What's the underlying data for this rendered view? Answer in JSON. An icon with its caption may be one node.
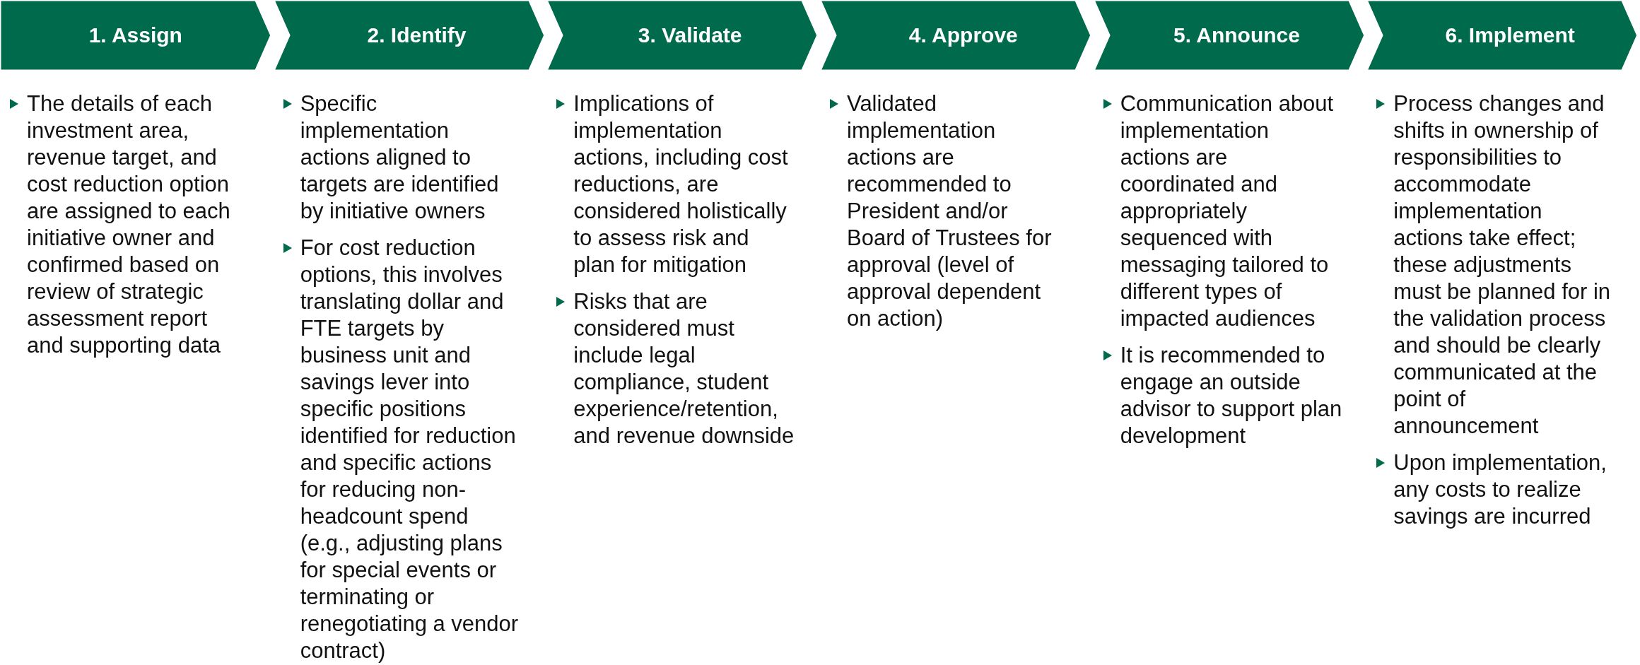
{
  "diagram": {
    "nodes": [
      {
        "text": [
          "1. Assign"
        ],
        "beside": [
          "The details of each investment area, revenue target, and cost reduction option are assigned to each initiative owner and confirmed based on review of strategic assessment report and supporting data"
        ]
      },
      {
        "text": [
          "2. Identify"
        ],
        "beside": [
          "Specific implementation actions aligned to targets are identified by initiative owners",
          "For cost reduction options, this involves translating dollar and FTE targets by business unit and savings lever into specific positions identified for reduction and specific actions for reducing non-headcount spend (e.g., adjusting plans for special events or terminating or renegotiating a vendor contract)"
        ]
      },
      {
        "text": [
          "3. Validate"
        ],
        "beside": [
          "Implications of implementation actions, including cost reductions, are considered holistically to assess risk and plan for mitigation",
          "Risks that are considered must include legal compliance, student experience/retention, and revenue downside"
        ]
      },
      {
        "text": [
          "4. Approve"
        ],
        "beside": [
          "Validated implementation actions are recommended to President and/or Board of Trustees for approval (level of approval dependent on action)"
        ]
      },
      {
        "text": [
          "5. Announce"
        ],
        "beside": [
          "Communication about implementation actions are coordinated and appropriately sequenced with messaging tailored to different types of impacted audiences",
          "It is recommended to engage an outside advisor to support plan development"
        ]
      },
      {
        "text": [
          "6. Implement"
        ],
        "beside": [
          "Process changes and shifts in ownership of responsibilities to accommodate implementation actions take effect; these adjustments must be planned for in the validation process and should be clearly communicated at the point of announcement",
          "Upon implementation, any costs to realize savings are incurred"
        ]
      }
    ],
    "edges": []
  }
}
